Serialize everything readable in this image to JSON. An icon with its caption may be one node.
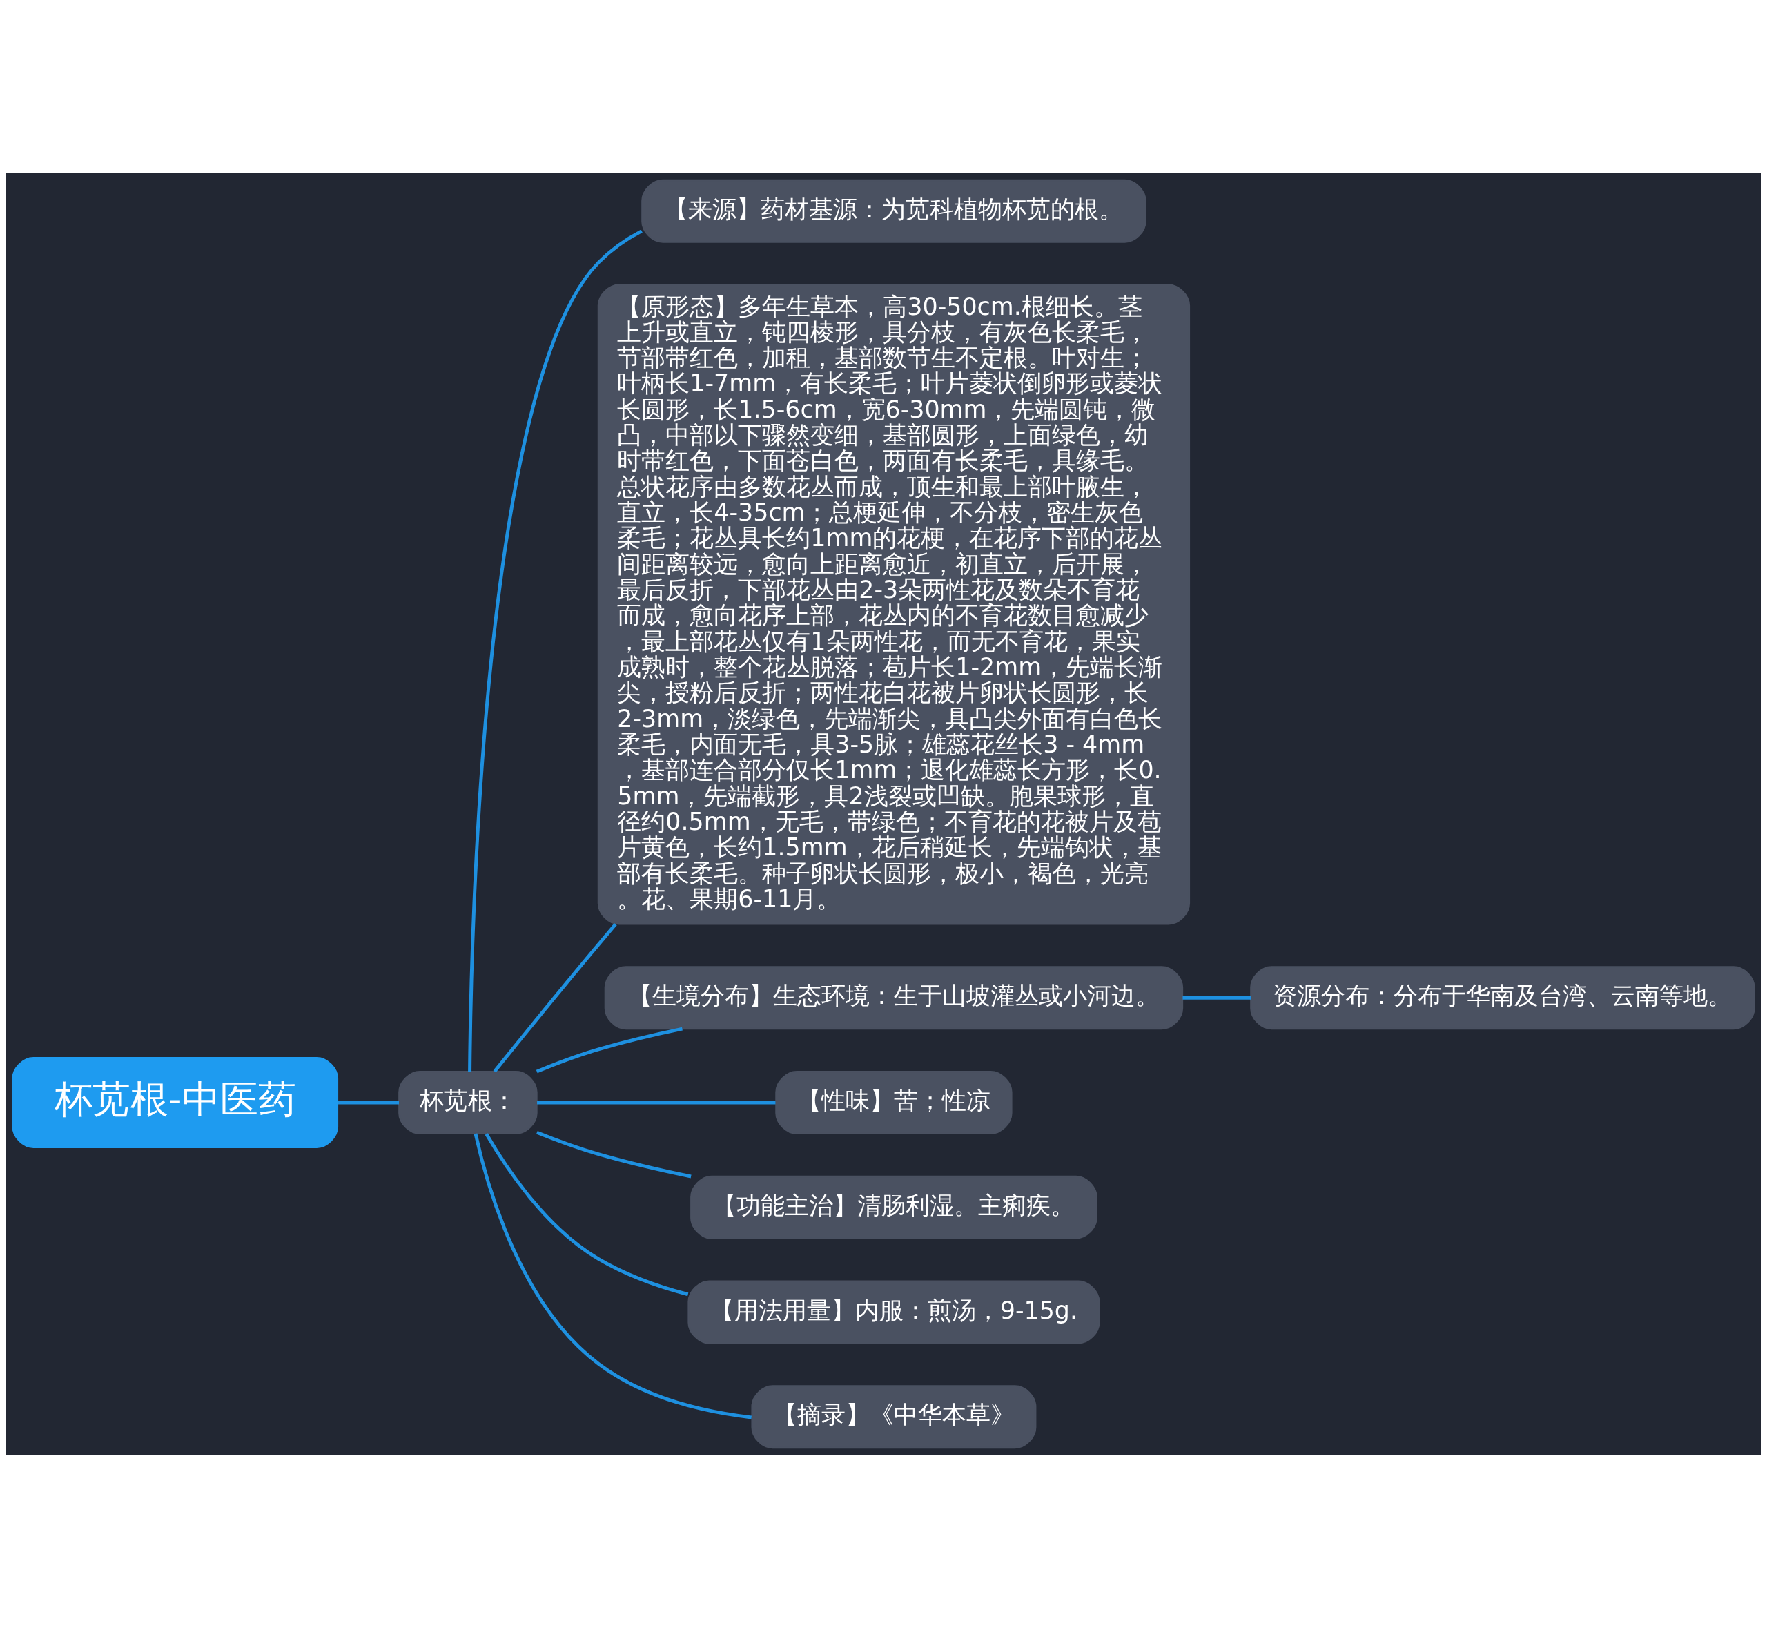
{
  "diagram": {
    "nodes": [
      {
        "text": [
          "杯苋根-中医药"
        ]
      },
      {
        "text": [
          "杯苋根："
        ]
      },
      {
        "text": [
          "【来源】药材基源：为苋科植物杯苋的根。"
        ]
      },
      {
        "text": [
          "【原形态】多年生草本，高30-50cm.根细长。茎上升或直立，钝四棱形，具分枝，有灰色长柔毛，节部带红色，加租，基部数节生不定根。叶对生；叶柄长1-7mm，有长柔毛；叶片菱状倒卵形或菱状长圆形，长1.5-6cm，宽6-30mm，先端圆钝，微凸，中部以下骤然变细，基部圆形，上面绿色，幼时带红色，下面苍白色，两面有长柔毛，具缘毛。总状花序由多数花丛而成，顶生和最上部叶腋生，直立，长4-35cm；总梗延伸，不分枝，密生灰色柔毛；花丛具长约1mm的花梗，在花序下部的花丛间距离较远，愈向上距离愈近，初直立，后开展，最后反折，下部花丛由2-3朵两性花及数朵不育花而成，愈向花序上部，花丛内的不育花数目愈减少，最上部花丛仅有1朵两性花，而无不育花，果实成熟时，整个花丛脱落；苞片长1-2mm，先端长渐尖，授粉后反折；两性花白花被片卵状长圆形，长2-3mm，淡绿色，先端渐尖，具凸尖外面有白色长柔毛，内面无毛，具3-5脉；雄蕊花丝长3 - 4mm，基部连合部分仅长1mm；退化雄蕊长方形，长0.5mm，先端截形，具2浅裂或凹缺。胞果球形，直径约0.5mm，无毛，带绿色；不育花的花被片及苞片黄色，长约1.5mm，花后稍延长，先端钩状，基部有长柔毛。种子卵状长圆形，极小，褐色，光亮。花、果期6-11月。"
        ]
      },
      {
        "text": [
          "【生境分布】生态环境：生于山坡灌丛或小河边。"
        ]
      },
      {
        "text": [
          "资源分布：分布于华南及台湾、云南等地。"
        ]
      },
      {
        "text": [
          "【性味】苦；性凉"
        ]
      },
      {
        "text": [
          "【功能主治】清肠利湿。主痢疾。"
        ]
      },
      {
        "text": [
          "【用法用量】内服：煎汤，9-15g."
        ]
      },
      {
        "text": [
          "【摘录】《中华本草》"
        ]
      }
    ],
    "edges": [
      {
        "from": 0,
        "to": 1,
        "arrow": "none"
      },
      {
        "from": 1,
        "to": 2,
        "arrow": "none"
      },
      {
        "from": 1,
        "to": 3,
        "arrow": "none"
      },
      {
        "from": 1,
        "to": 4,
        "arrow": "none"
      },
      {
        "from": 4,
        "to": 5,
        "arrow": "none"
      },
      {
        "from": 1,
        "to": 6,
        "arrow": "none"
      },
      {
        "from": 1,
        "to": 7,
        "arrow": "none"
      },
      {
        "from": 1,
        "to": 8,
        "arrow": "none"
      },
      {
        "from": 1,
        "to": 9,
        "arrow": "none"
      }
    ]
  }
}
